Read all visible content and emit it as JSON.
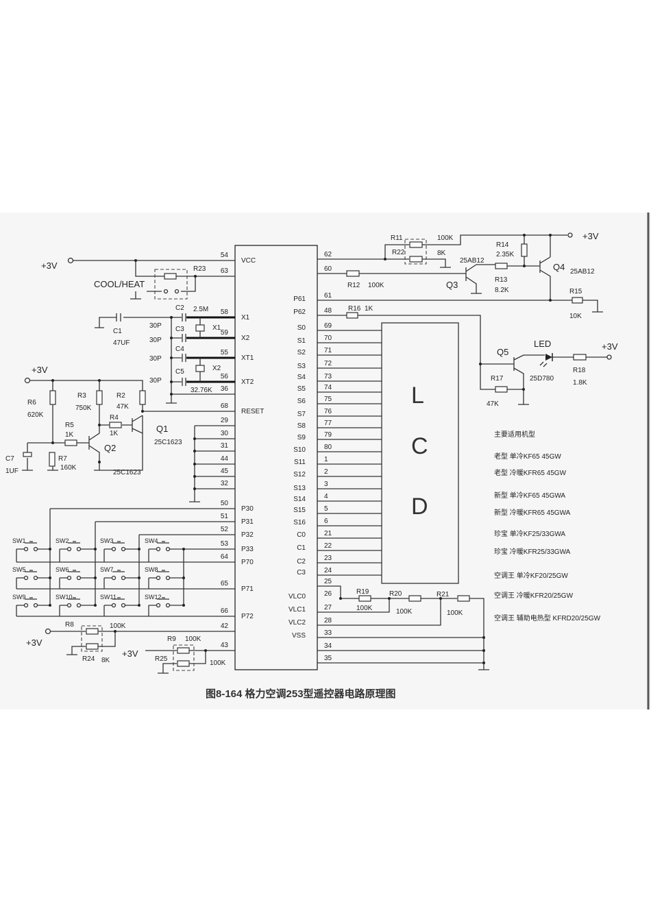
{
  "caption": "图8-164 格力空调253型遥控器电路原理图",
  "chip": {
    "left_pins": [
      {
        "num": "54",
        "label": "VCC"
      },
      {
        "num": "63",
        "label": ""
      },
      {
        "num": "58",
        "label": "X1"
      },
      {
        "num": "59",
        "label": "X2"
      },
      {
        "num": "55",
        "label": "XT1"
      },
      {
        "num": "56",
        "label": "XT2"
      },
      {
        "num": "36",
        "label": ""
      },
      {
        "num": "68",
        "label": "RESET"
      },
      {
        "num": "29",
        "label": ""
      },
      {
        "num": "30",
        "label": ""
      },
      {
        "num": "31",
        "label": ""
      },
      {
        "num": "44",
        "label": ""
      },
      {
        "num": "45",
        "label": ""
      },
      {
        "num": "32",
        "label": ""
      },
      {
        "num": "50",
        "label": "P30"
      },
      {
        "num": "51",
        "label": "P31"
      },
      {
        "num": "52",
        "label": "P32"
      },
      {
        "num": "53",
        "label": "P33"
      },
      {
        "num": "64",
        "label": "P70"
      },
      {
        "num": "65",
        "label": "P71"
      },
      {
        "num": "66",
        "label": "P72"
      },
      {
        "num": "42",
        "label": ""
      },
      {
        "num": "43",
        "label": ""
      }
    ],
    "right_labels": [
      "P61",
      "P62",
      "S0",
      "S1",
      "S2",
      "S3",
      "S4",
      "S5",
      "S6",
      "S7",
      "S8",
      "S9",
      "S10",
      "S11",
      "S12",
      "S13",
      "S14",
      "S15",
      "S16",
      "C0",
      "C1",
      "C2",
      "C3",
      "VLC0",
      "VLC1",
      "VLC2",
      "VSS"
    ],
    "right_pins": [
      "62",
      "60",
      "61",
      "48",
      "69",
      "70",
      "71",
      "72",
      "73",
      "74",
      "75",
      "76",
      "77",
      "79",
      "80",
      "1",
      "2",
      "3",
      "4",
      "5",
      "6",
      "21",
      "22",
      "23",
      "24",
      "25",
      "26",
      "27",
      "28",
      "33",
      "34",
      "35"
    ]
  },
  "lcd": {
    "letters": [
      "L",
      "C",
      "D"
    ]
  },
  "power": {
    "v3": "+3V"
  },
  "cool_heat": "COOL/HEAT",
  "components": {
    "R2": {
      "name": "R2",
      "value": "47K"
    },
    "R3": {
      "name": "R3",
      "value": "750K"
    },
    "R4": {
      "name": "R4",
      "value": "1K"
    },
    "R5": {
      "name": "R5",
      "value": "1K"
    },
    "R6": {
      "name": "R6",
      "value": "620K"
    },
    "R7": {
      "name": "R7",
      "value": "160K"
    },
    "R8": {
      "name": "R8",
      "value": "100K"
    },
    "R9": {
      "name": "R9",
      "value": "100K"
    },
    "R11": {
      "name": "R11",
      "value": "100K"
    },
    "R12": {
      "name": "R12",
      "value": "100K"
    },
    "R13": {
      "name": "R13",
      "value": "8.2K"
    },
    "R14": {
      "name": "R14",
      "value": "2.35K"
    },
    "R15": {
      "name": "R15",
      "value": "10K"
    },
    "R16": {
      "name": "R16",
      "value": "1K"
    },
    "R17": {
      "name": "R17",
      "value": "47K"
    },
    "R18": {
      "name": "R18",
      "value": "1.8K"
    },
    "R19": {
      "name": "R19",
      "value": "100K"
    },
    "R20": {
      "name": "R20",
      "value": "100K"
    },
    "R21": {
      "name": "R21",
      "value": "100K"
    },
    "R22": {
      "name": "R22",
      "value": "8K"
    },
    "R23": {
      "name": "R23"
    },
    "R24": {
      "name": "R24",
      "value": "8K"
    },
    "R25": {
      "name": "R25",
      "value": "100K"
    },
    "C1": {
      "name": "C1",
      "value": "47UF"
    },
    "C2": {
      "name": "C2",
      "value": "30P"
    },
    "C3": {
      "name": "C3",
      "value": "30P"
    },
    "C4": {
      "name": "C4",
      "value": "30P"
    },
    "C5": {
      "name": "C5",
      "value": "30P"
    },
    "C7": {
      "name": "C7",
      "value": "1UF"
    },
    "X1": {
      "name": "X1",
      "value": "2.5M"
    },
    "X2": {
      "name": "X2",
      "value": "32.76K"
    },
    "Q1": {
      "name": "Q1",
      "value": "25C1623"
    },
    "Q2": {
      "name": "Q2",
      "value": "25C1623"
    },
    "Q3": {
      "name": "Q3",
      "value": "25AB12"
    },
    "Q4": {
      "name": "Q4",
      "value": "25AB12"
    },
    "Q5": {
      "name": "Q5",
      "value": "25D780"
    },
    "LED": {
      "name": "LED"
    }
  },
  "switches": [
    "SW1",
    "SW2",
    "SW3",
    "SW4",
    "SW5",
    "SW6",
    "SW7",
    "SW8",
    "SW9",
    "SW10",
    "SW11",
    "SW12"
  ],
  "models": {
    "title": "主要适用机型",
    "rows": [
      "老型  单冷KF65 45GW",
      "老型  冷暖KFR65 45GW",
      "新型  单冷KF65 45GWA",
      "新型  冷暖KFR65 45GWA",
      "珍宝  单冷KF25/33GWA",
      "珍宝  冷暖KFR25/33GWA",
      "空调王 单冷KF20/25GW",
      "空调王 冷暖KFR20/25GW",
      "空调王  辅助电热型 KFRD20/25GW"
    ]
  }
}
